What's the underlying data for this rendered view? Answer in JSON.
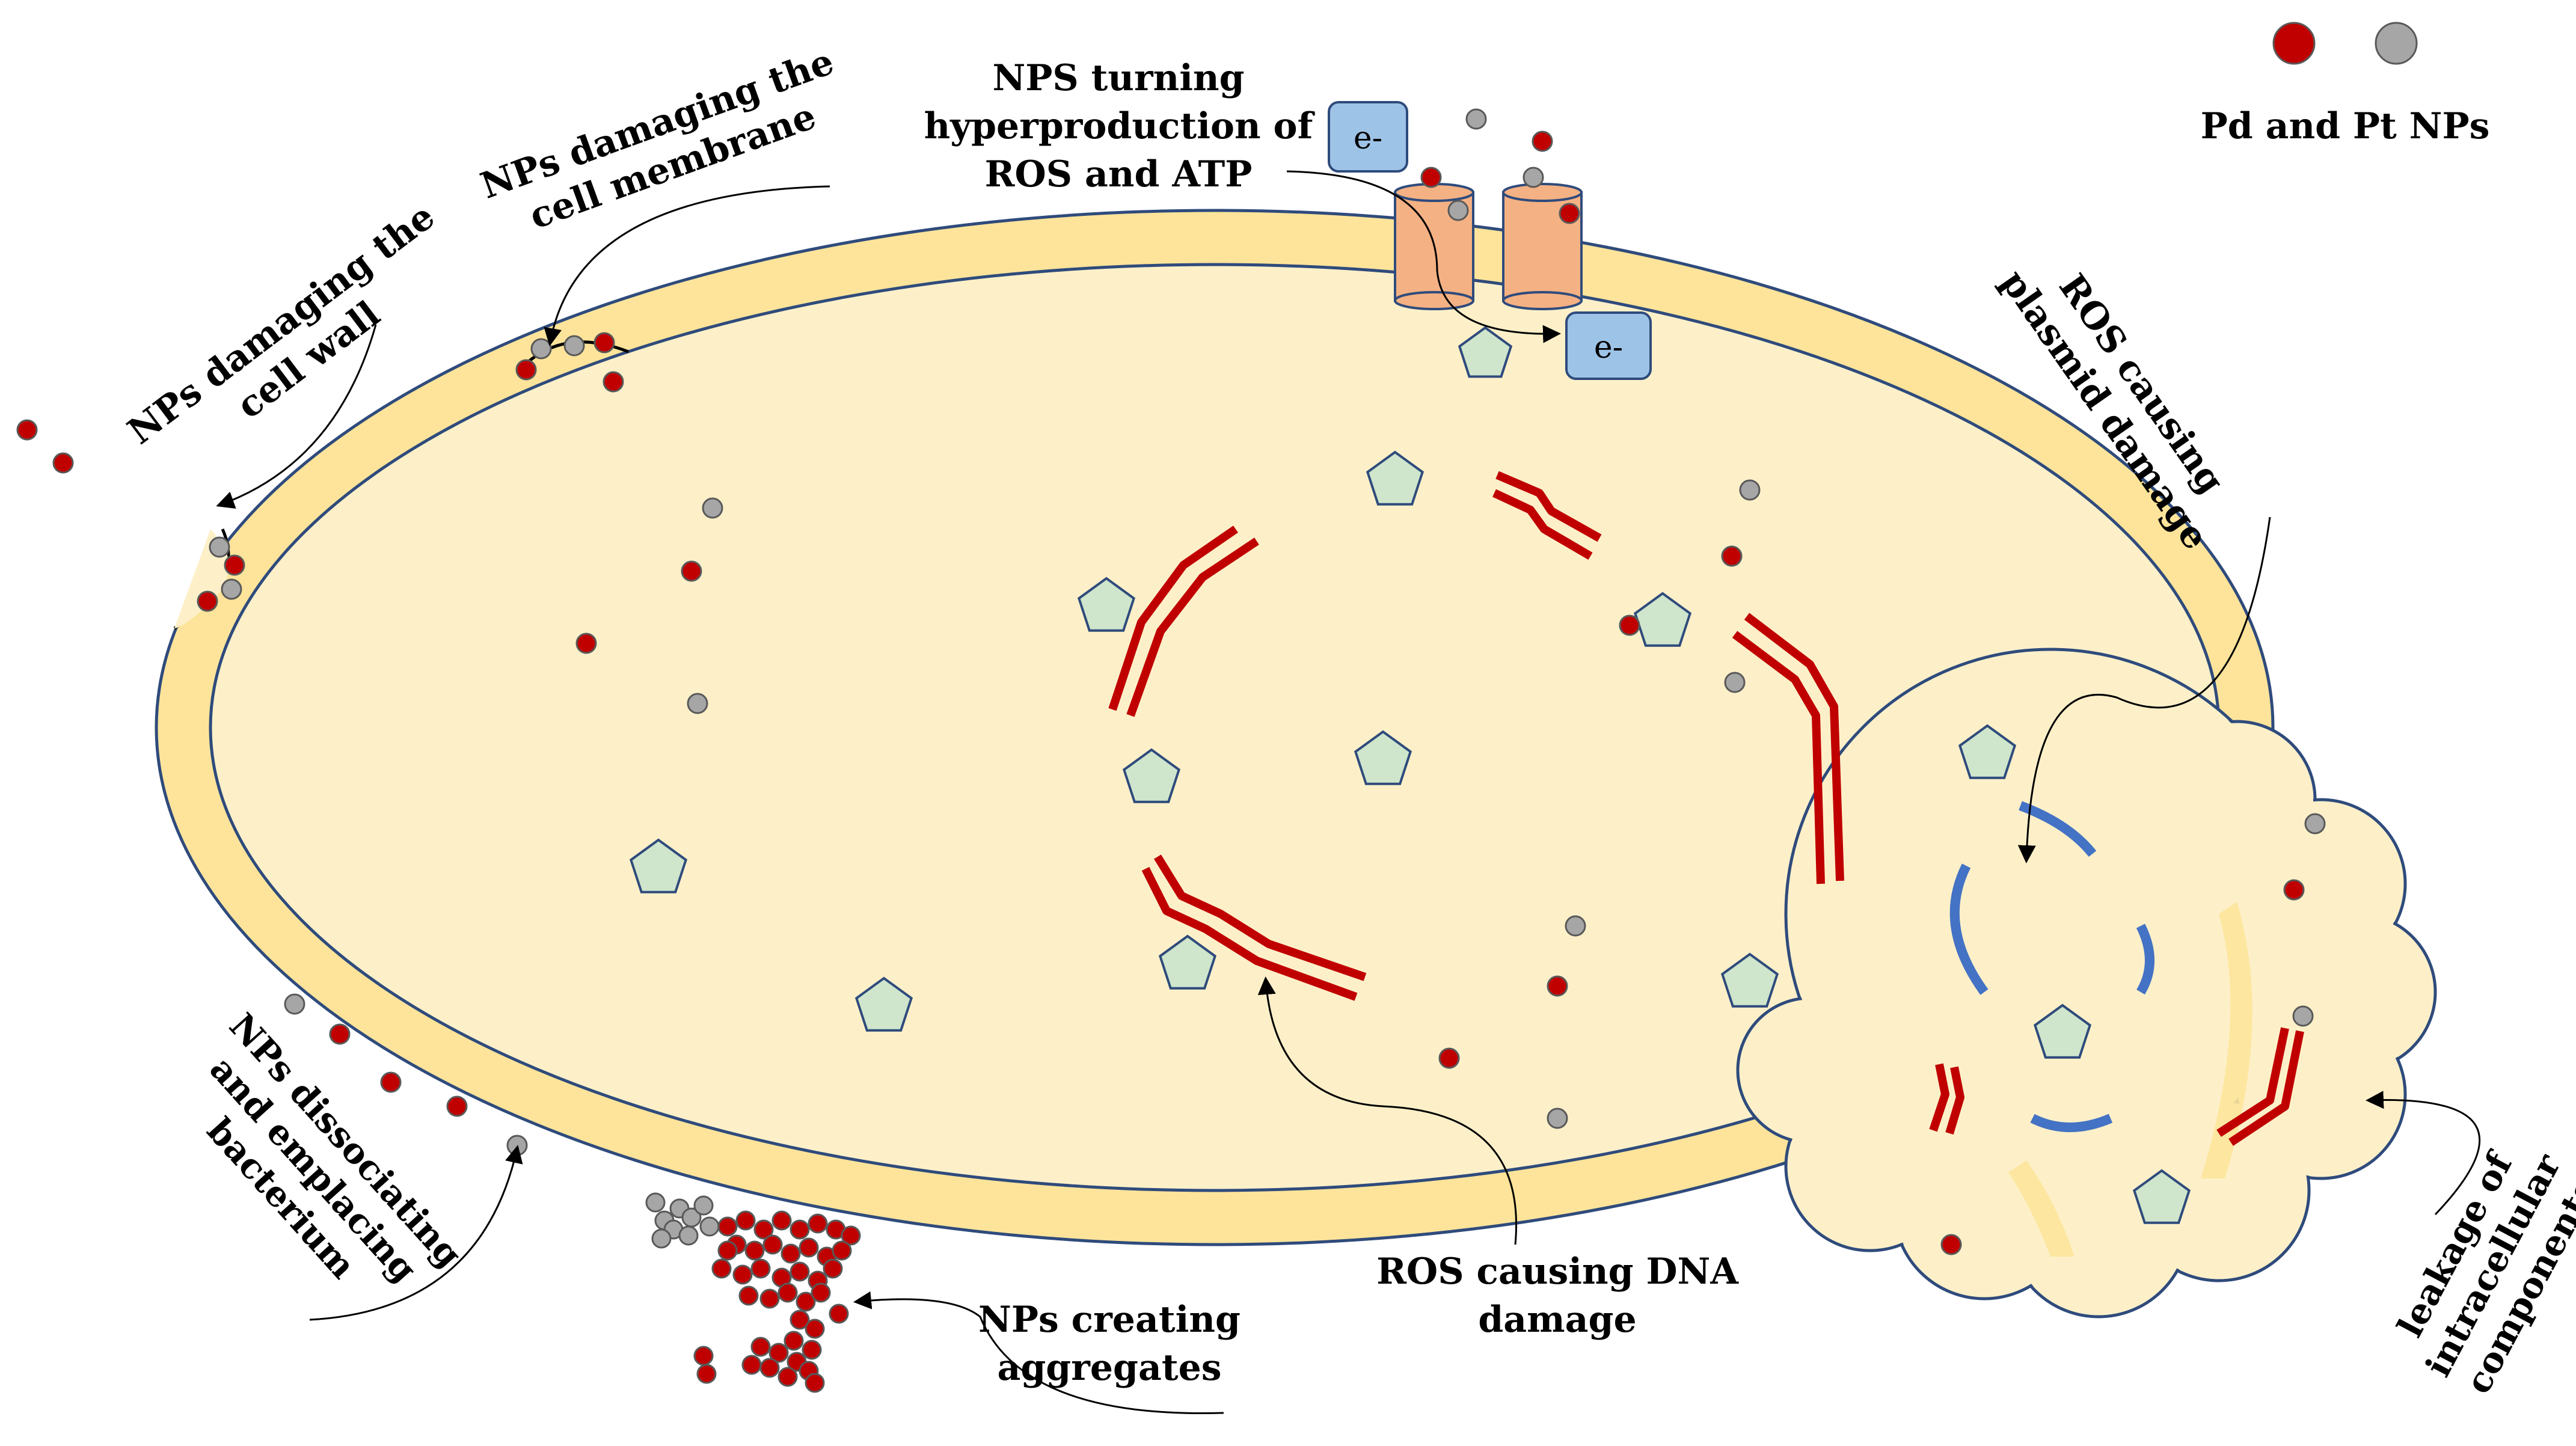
{
  "legend": {
    "label": "Pd and Pt NPs",
    "pd_color": "#c00000",
    "pt_color": "#a6a6a6"
  },
  "colors": {
    "membrane_fill": "#fde49a",
    "cytoplasm_fill": "#fdf0c9",
    "outline": "#2f4b7c",
    "dna": "#c00000",
    "pentagon": "#cfe5cc",
    "cylinder": "#f4b183",
    "electron_box": "#9dc3e6",
    "plasmid": "#4472c4"
  },
  "labels": {
    "cell_wall_1": "NPs damaging the",
    "cell_wall_2": "cell wall",
    "membrane_1": "NPs damaging the",
    "membrane_2": "cell membrane",
    "ros_atp_1": "NPS turning",
    "ros_atp_2": "hyperproduction of",
    "ros_atp_3": "ROS and ATP",
    "plasmid_1": "ROS causing",
    "plasmid_2": "plasmid damage",
    "dissoc_1": "NPs dissociating",
    "dissoc_2": "and emplacing",
    "dissoc_3": "bacterium",
    "aggregates_1": "NPs creating",
    "aggregates_2": "aggregates",
    "dna_1": "ROS causing DNA",
    "dna_2": "damage",
    "leakage_1": "leakage of",
    "leakage_2": "intracellular",
    "leakage_3": "components",
    "electron_1": "e-",
    "electron_2": "e-"
  }
}
